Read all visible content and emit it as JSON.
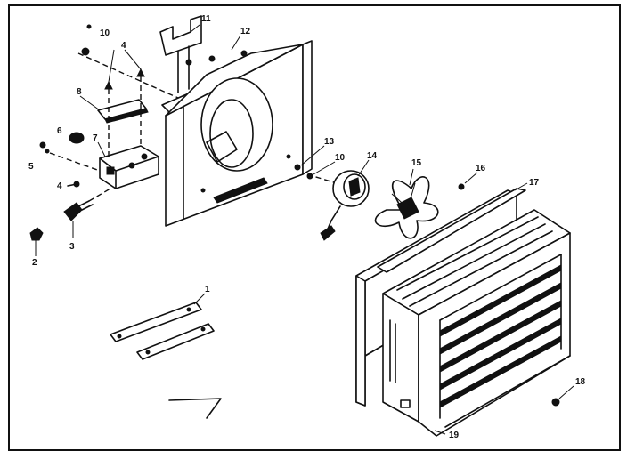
{
  "labels": {
    "p1": "1",
    "p2": "2",
    "p3": "3",
    "p4a": "4",
    "p4b": "4",
    "p5": "5",
    "p6": "6",
    "p7": "7",
    "p8": "8",
    "p10a": "10",
    "p10b": "10",
    "p11": "11",
    "p12": "12",
    "p13": "13",
    "p14": "14",
    "p15": "15",
    "p16": "16",
    "p17": "17",
    "p18": "18",
    "p19": "19"
  }
}
